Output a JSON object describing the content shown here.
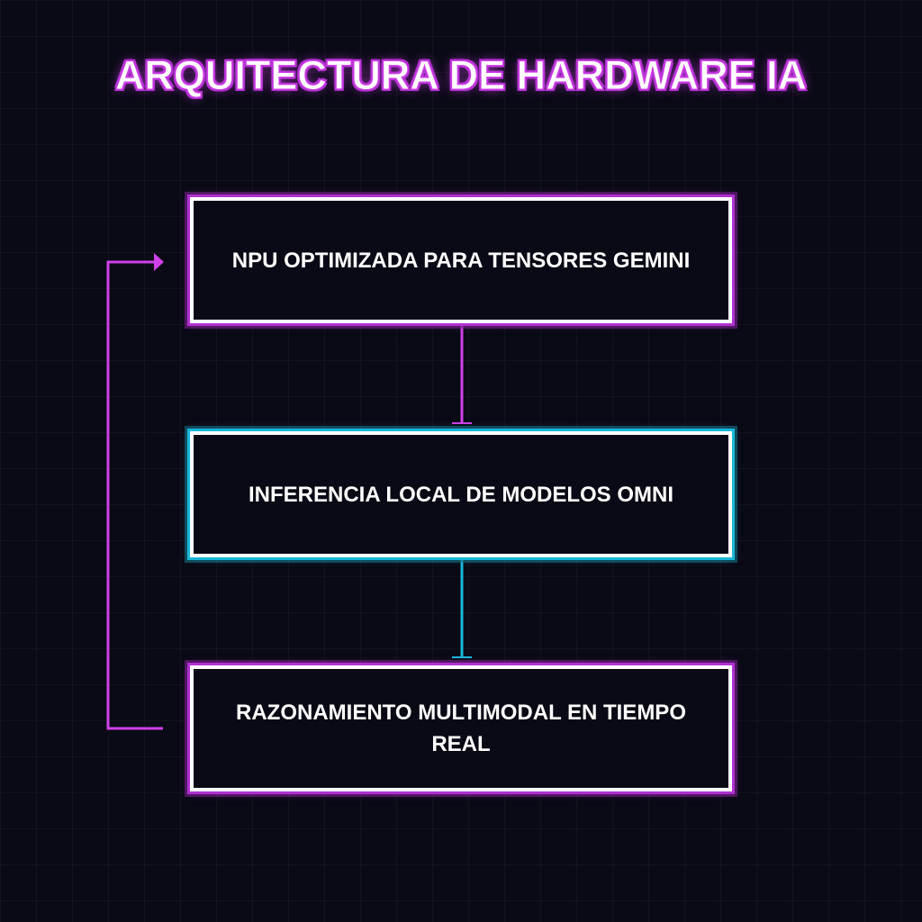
{
  "title": "ARQUITECTURA DE HARDWARE IA",
  "colors": {
    "background": "#0a0a16",
    "accent_magenta": "#d040e8",
    "accent_cyan": "#18b8d8",
    "node_border": "#ffffff"
  },
  "nodes": [
    {
      "label": "NPU OPTIMIZADA PARA TENSORES GEMINI",
      "accent": "magenta"
    },
    {
      "label": "INFERENCIA LOCAL DE MODELOS OMNI",
      "accent": "cyan"
    },
    {
      "label": "RAZONAMIENTO MULTIMODAL EN TIEMPO REAL",
      "accent": "magenta"
    }
  ],
  "edges": [
    {
      "from": 0,
      "to": 1,
      "color": "magenta"
    },
    {
      "from": 1,
      "to": 2,
      "color": "cyan"
    },
    {
      "from": 2,
      "to": 0,
      "color": "magenta",
      "kind": "feedback-loop"
    }
  ]
}
